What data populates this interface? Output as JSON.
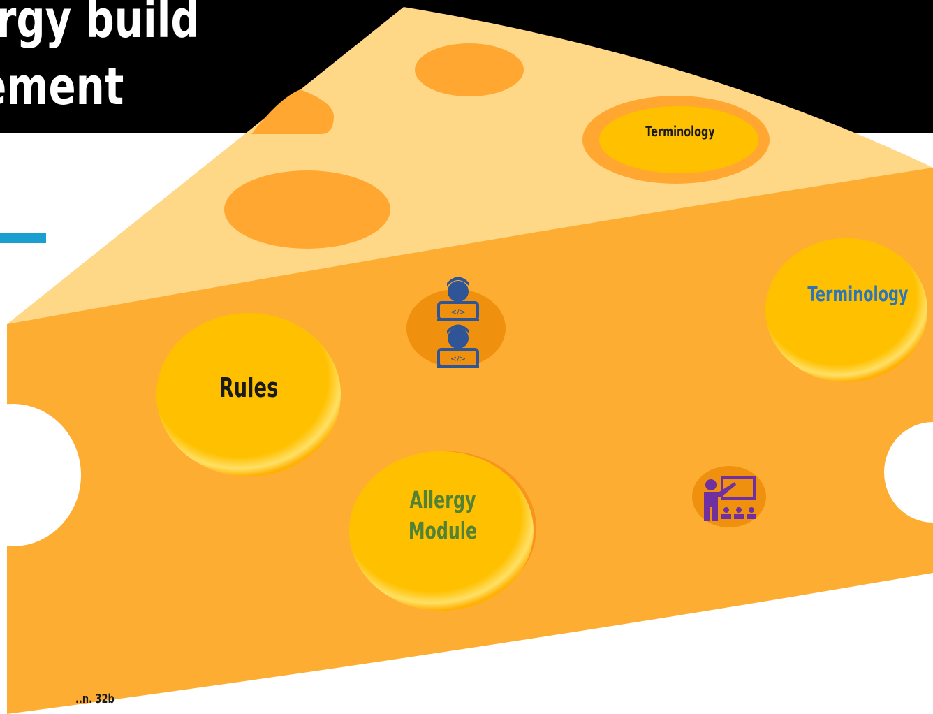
{
  "slide": {
    "title": "lergy build\ncement",
    "footer_fragment": "..n. 32b"
  },
  "labels": {
    "terminology_top": "Terminology",
    "terminology_right": "Terminology",
    "rules": "Rules",
    "allergy_module": "Allergy\nModule"
  },
  "icons": {
    "developers": "developer-team-icon",
    "training": "teacher-presentation-icon"
  },
  "colors": {
    "title_bar": "#000000",
    "accent": "#1a9fd0",
    "cheese_top": "#ffd887",
    "cheese_front": "#fead33",
    "hole": "#ffa731",
    "gold_circle": "#ffc000",
    "icon_blue": "#2f5597",
    "icon_purple": "#7030a0",
    "allergy_text": "#548235",
    "terminology_right_text": "#2e75b6"
  }
}
